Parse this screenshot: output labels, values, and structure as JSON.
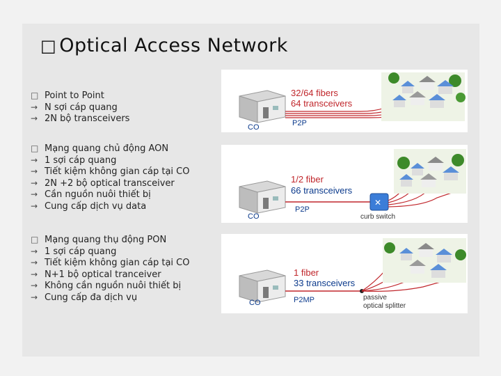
{
  "title": "Optical Access Network",
  "title_marker": "□",
  "sections": [
    {
      "items": [
        {
          "marker": "□",
          "text": "Point to Point"
        },
        {
          "marker": "→",
          "text": "N sợi cáp quang"
        },
        {
          "marker": "→",
          "text": "2N bộ transceivers"
        }
      ],
      "diagram": {
        "fiber_line1": "32/64 fibers",
        "fiber_line2": "64 transceivers",
        "co": "CO",
        "mode": "P2P"
      }
    },
    {
      "items": [
        {
          "marker": "□",
          "text": "Mạng quang chủ động AON"
        },
        {
          "marker": "→",
          "text": "1 sợi cáp quang"
        },
        {
          "marker": "→",
          "text": "Tiết kiệm không gian cáp tại CO"
        },
        {
          "marker": "→",
          "text": "2N +2 bộ optical transceiver"
        },
        {
          "marker": "→",
          "text": "Cần nguồn nuôi thiết bị"
        },
        {
          "marker": "→",
          "text": "Cung cấp dịch vụ data"
        }
      ],
      "diagram": {
        "fiber_line1": "1/2 fiber",
        "fiber_line2": "66 transceivers",
        "co": "CO",
        "mode": "P2P",
        "device": "curb switch"
      }
    },
    {
      "items": [
        {
          "marker": "□",
          "text": "Mạng quang thụ động PON"
        },
        {
          "marker": "→",
          "text": "1 sợi cáp quang"
        },
        {
          "marker": "→",
          "text": "Tiết kiệm không gian cáp tại CO"
        },
        {
          "marker": "→",
          "text": "N+1 bộ optical tranceiver"
        },
        {
          "marker": "→",
          "text": "Không cần nguồn nuôi thiết bị"
        },
        {
          "marker": "→",
          "text": "Cung cấp đa dịch vụ"
        }
      ],
      "diagram": {
        "fiber_line1": "1 fiber",
        "fiber_line2": "33 transceivers",
        "co": "CO",
        "mode": "P2MP",
        "device_line1": "passive",
        "device_line2": "optical splitter"
      }
    }
  ],
  "colors": {
    "fiber": "#c0262b",
    "label_blue": "#0b3a8c",
    "accent_red": "#c0262b"
  }
}
